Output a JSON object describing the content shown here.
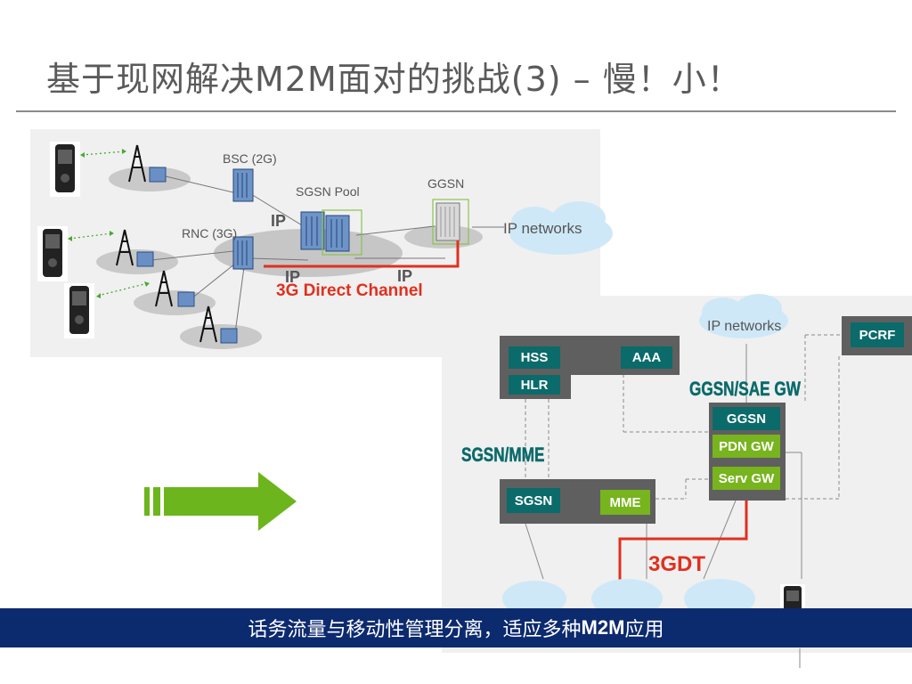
{
  "slide": {
    "title": "基于现网解决M2M面对的挑战(3) – 慢！小！",
    "footer_text": "话务流量与移动性管理分离，适应多种",
    "footer_bold": "M2M",
    "footer_suffix": "应用"
  },
  "top_diagram": {
    "bsc_label": "BSC (2G)",
    "rnc_label": "RNC (3G)",
    "sgsn_pool_label": "SGSN Pool",
    "ggsn_label": "GGSN",
    "ip_networks_label": "IP networks",
    "ip_label_1": "IP",
    "ip_label_2": "IP",
    "ip_label_3": "IP",
    "direct_channel_label": "3G Direct Channel"
  },
  "bottom_diagram": {
    "ip_networks_label": "IP networks",
    "pcrf": "PCRF",
    "hss": "HSS",
    "hlr": "HLR",
    "aaa": "AAA",
    "gw_title": "GGSN/SAE GW",
    "ggsn": "GGSN",
    "pdn_gw": "PDN GW",
    "serv_gw": "Serv GW",
    "mme_title": "SGSN/MME",
    "sgsn": "SGSN",
    "mme": "MME",
    "gdt_label": "3GDT"
  },
  "colors": {
    "teal": "#0b6a6a",
    "green": "#78b41e",
    "red": "#e0301e",
    "band": "#0c2a6e",
    "arrow": "#6cb51c"
  }
}
